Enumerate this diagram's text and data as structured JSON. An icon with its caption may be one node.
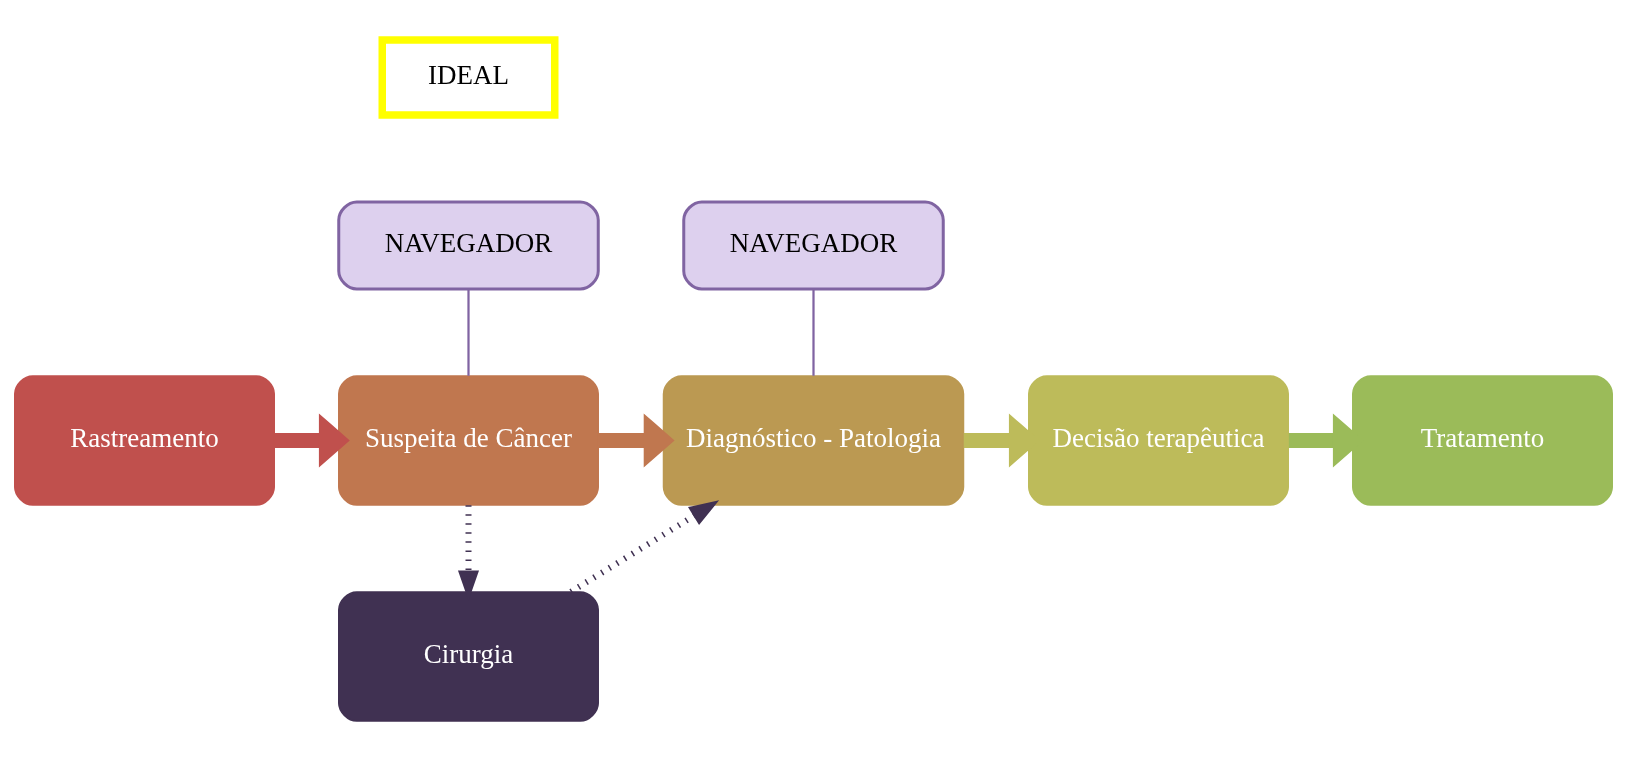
{
  "diagram": {
    "nodes": [
      {
        "text": [
          "IDEAL"
        ]
      },
      {
        "text": [
          "NAVEGADOR"
        ]
      },
      {
        "text": [
          "NAVEGADOR"
        ]
      },
      {
        "text": [
          "Rastreamento"
        ]
      },
      {
        "text": [
          "Suspeita de Câncer"
        ]
      },
      {
        "text": [
          "Diagnóstico - Patologia"
        ]
      },
      {
        "text": [
          "Decisão terapêutica"
        ]
      },
      {
        "text": [
          "Tratamento"
        ]
      },
      {
        "text": [
          "Cirurgia"
        ]
      }
    ],
    "edges": [
      {
        "from": 1,
        "to": 4,
        "arrow": "none",
        "color": "#8064a2"
      },
      {
        "from": 2,
        "to": 5,
        "arrow": "none",
        "color": "#8064a2"
      },
      {
        "from": 3,
        "to": 4,
        "arrow": "to",
        "style": "thick",
        "color": "#c0504d"
      },
      {
        "from": 4,
        "to": 5,
        "arrow": "to",
        "style": "thick",
        "color": "#c0774f"
      },
      {
        "from": 5,
        "to": 6,
        "arrow": "to",
        "style": "thick",
        "color": "#bdbb5a"
      },
      {
        "from": 6,
        "to": 7,
        "arrow": "to",
        "style": "thick",
        "color": "#9bbb59"
      },
      {
        "from": 4,
        "to": 8,
        "arrow": "to",
        "style": "dashed",
        "color": "#403152"
      },
      {
        "from": 8,
        "to": 5,
        "arrow": "to",
        "style": "dashed",
        "color": "#403152"
      }
    ]
  }
}
